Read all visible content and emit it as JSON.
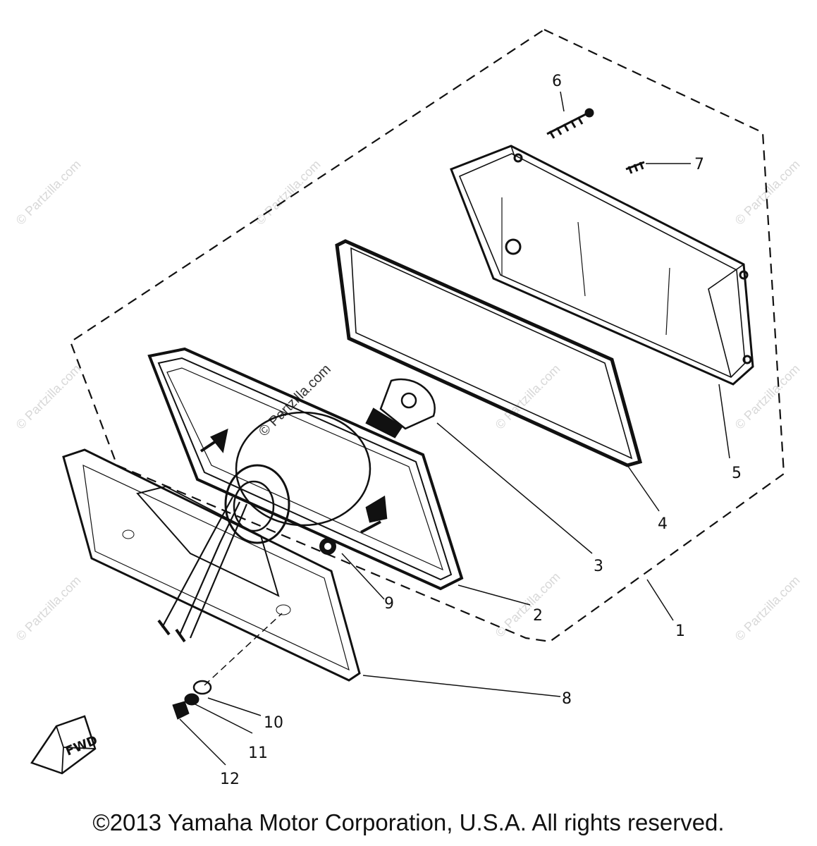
{
  "diagram": {
    "parts": [
      {
        "number": "1"
      },
      {
        "number": "2"
      },
      {
        "number": "3"
      },
      {
        "number": "4"
      },
      {
        "number": "5"
      },
      {
        "number": "6"
      },
      {
        "number": "7"
      },
      {
        "number": "8"
      },
      {
        "number": "9"
      },
      {
        "number": "10"
      },
      {
        "number": "11"
      },
      {
        "number": "12"
      }
    ],
    "fwd_marker": "FWD",
    "watermark": "© Partzilla.com",
    "line_color": "#111111",
    "watermark_color": "#d8d8d8"
  },
  "footer": {
    "copyright": "©2013 Yamaha Motor Corporation, U.S.A. All rights reserved."
  }
}
